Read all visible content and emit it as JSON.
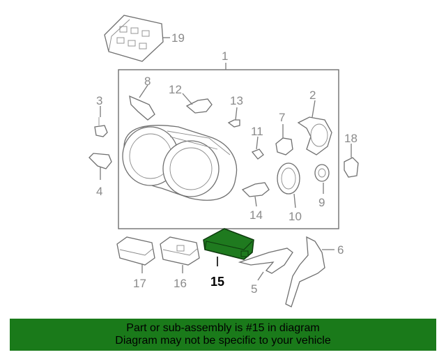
{
  "diagram": {
    "callouts": [
      "1",
      "2",
      "3",
      "4",
      "5",
      "6",
      "7",
      "8",
      "9",
      "10",
      "11",
      "12",
      "13",
      "14",
      "15",
      "16",
      "17",
      "18",
      "19"
    ],
    "highlighted_part": "15",
    "highlight_color": "#1f7a1f"
  },
  "banner": {
    "line1": "Part or sub-assembly is #15 in diagram",
    "line2": "Diagram may not be specific to your vehicle",
    "background": "#1a7a1a"
  }
}
